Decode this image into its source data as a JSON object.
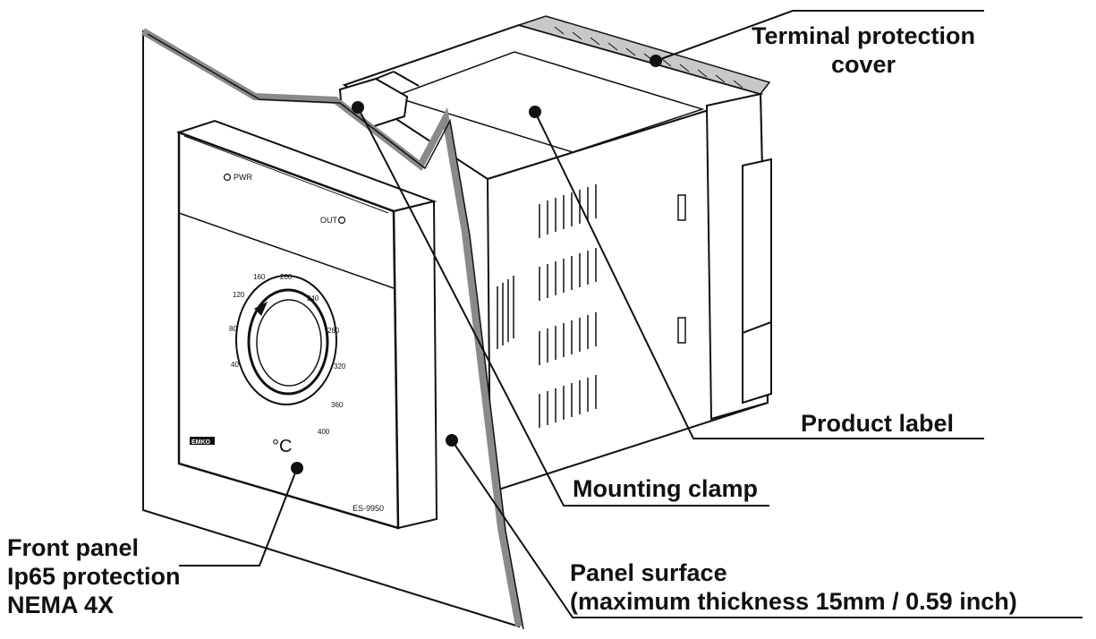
{
  "device": {
    "pwr_label": "PWR",
    "out_label": "OUT",
    "unit": "°C",
    "model": "ES-9950",
    "brand": "EMKO",
    "dial_ticks": [
      "40",
      "80",
      "120",
      "160",
      "200",
      "240",
      "280",
      "320",
      "360",
      "400"
    ]
  },
  "callouts": {
    "terminal_cover": [
      "Terminal protection",
      "cover"
    ],
    "product_label": "Product label",
    "mounting_clamp": "Mounting clamp",
    "front_panel": [
      "Front panel",
      "Ip65 protection",
      "NEMA 4X"
    ],
    "panel_surface": [
      "Panel surface",
      "(maximum thickness 15mm / 0.59 inch)"
    ]
  },
  "colors": {
    "line": "#111111",
    "panel_gray": "#8a8a8a",
    "terminal_strip": "#c8c8c8"
  }
}
